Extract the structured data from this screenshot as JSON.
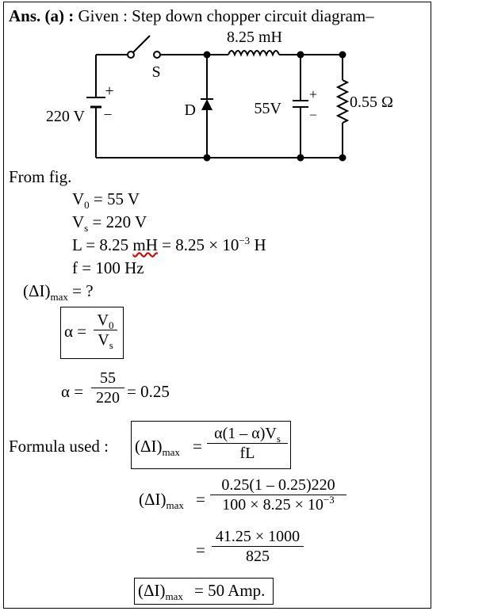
{
  "header": {
    "ans": "Ans. (a) :",
    "intro": "Given : Step down chopper circuit diagram–"
  },
  "circuit": {
    "inductor_label": "8.25 mH",
    "switch_label": "S",
    "source_label": "220 V",
    "diode_label": "D",
    "capacitor_label": "55V",
    "resistor_label": "0.55 Ω",
    "plus": "+",
    "minus": "–"
  },
  "given": {
    "from_fig": "From fig.",
    "v0": {
      "sym": "V",
      "sub": "0",
      "rest": " = 55 V"
    },
    "vs": {
      "sym": "V",
      "sub": "s",
      "rest": " = 220 V"
    },
    "l": {
      "pre": "L = 8.25 ",
      "unit": "mH",
      "rest": " = 8.25 × 10",
      "exp": "−3",
      "tail": " H"
    },
    "f": "f = 100 Hz",
    "di_max": {
      "pre": "(ΔI)",
      "sub": "max",
      "rest": " = ?"
    }
  },
  "alpha_formula": {
    "lhs": "α =",
    "num": "V",
    "num_sub": "0",
    "den": "V",
    "den_sub": "s"
  },
  "alpha_calc": {
    "lhs": "α =",
    "num": "55",
    "den": "220",
    "rhs": "= 0.25"
  },
  "formula_used": {
    "label": "Formula used :",
    "lhs": "(ΔI)",
    "lhs_sub": "max",
    "eq": "=",
    "num": "α(1 – α)V",
    "num_sub": "s",
    "den": "fL"
  },
  "substitution": {
    "lhs": "(ΔI)",
    "lhs_sub": "max",
    "eq": "=",
    "num": "0.25(1 – 0.25)220",
    "den": "100 × 8.25 × 10",
    "den_exp": "−3"
  },
  "simplify": {
    "eq": "=",
    "num": "41.25 × 1000",
    "den": "825"
  },
  "result": {
    "lhs": "(ΔI)",
    "lhs_sub": "max",
    "rhs": "= 50 Amp."
  }
}
